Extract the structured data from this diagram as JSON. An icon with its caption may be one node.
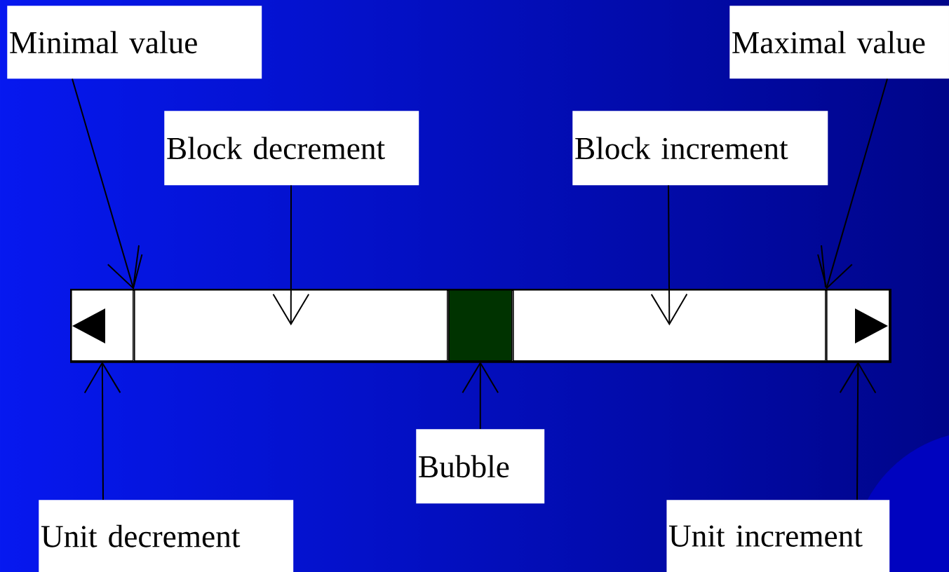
{
  "diagram": {
    "nodes": [
      {
        "text": [
          "Minimal value"
        ]
      },
      {
        "text": [
          "Block decrement"
        ]
      },
      {
        "text": [
          "Block increment"
        ]
      },
      {
        "text": [
          "Maximal value"
        ]
      },
      {
        "text": [
          "Bubble"
        ]
      },
      {
        "text": [
          "Unit decrement"
        ]
      },
      {
        "text": [
          "Unit increment"
        ]
      },
      {
        "text": [],
        "shape": "bar"
      },
      {
        "text": [],
        "shape": "box",
        "in": 7
      },
      {
        "text": [],
        "shape": "box",
        "in": 7
      },
      {
        "text": [],
        "shape": "box",
        "in": 7
      },
      {
        "text": [],
        "shape": "box",
        "in": 7
      },
      {
        "text": [],
        "shape": "box",
        "in": 7
      }
    ],
    "edges": [
      {
        "from": 0,
        "to": 8,
        "arrow": "to"
      },
      {
        "from": 1,
        "to": 9,
        "arrow": "to"
      },
      {
        "from": 2,
        "to": 11,
        "arrow": "to"
      },
      {
        "from": 3,
        "to": 12,
        "arrow": "to"
      },
      {
        "from": 4,
        "to": 10,
        "arrow": "to"
      },
      {
        "from": 5,
        "to": 8,
        "arrow": "to"
      },
      {
        "from": 6,
        "to": 12,
        "arrow": "to"
      }
    ]
  }
}
